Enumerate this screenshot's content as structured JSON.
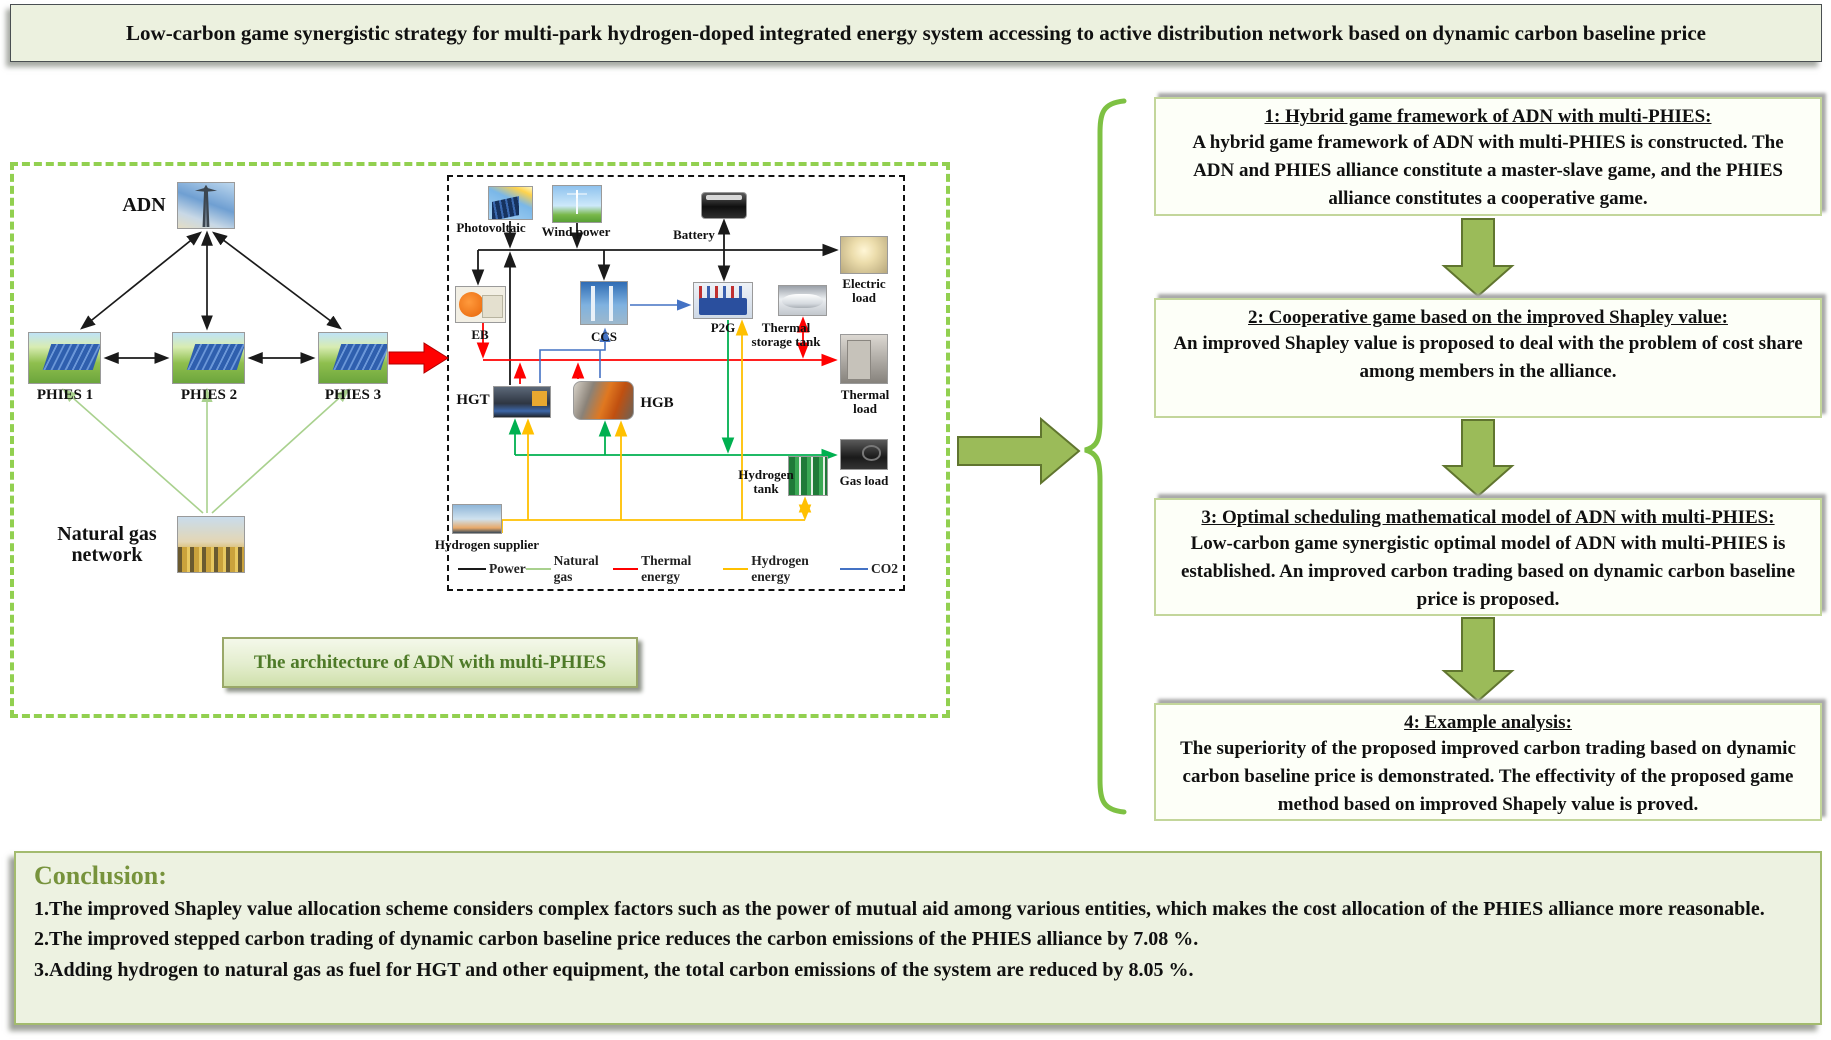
{
  "title": "Low-carbon game synergistic strategy for multi-park hydrogen-doped integrated energy system accessing to active distribution network based on dynamic carbon baseline price",
  "architecture": {
    "adn_label": "ADN",
    "phies_labels": [
      "PHIES 1",
      "PHIES 2",
      "PHIES 3"
    ],
    "gas_network_label": "Natural gas network",
    "caption": "The architecture of ADN with multi-PHIES"
  },
  "system": {
    "photovoltaic": "Photovoltaic",
    "wind": "Wind power",
    "battery": "Battery",
    "electric_load": "Electric load",
    "eb": "EB",
    "ccs": "CCS",
    "p2g": "P2G",
    "thermal_storage": "Thermal storage tank",
    "thermal_load": "Thermal load",
    "hgt": "HGT",
    "hgb": "HGB",
    "gas_load": "Gas load",
    "hydrogen_tank": "Hydrogen tank",
    "hydrogen_supplier": "Hydrogen supplier",
    "legend": [
      {
        "label": "Power",
        "color": "#1a1a1a"
      },
      {
        "label": "Natural gas",
        "color": "#a9d18e"
      },
      {
        "label": "Thermal energy",
        "color": "#ff0000"
      },
      {
        "label": "Hydrogen energy",
        "color": "#ffc000"
      },
      {
        "label": "CO2",
        "color": "#4472c4"
      }
    ]
  },
  "steps": [
    {
      "title": "1: Hybrid game framework of ADN with multi-PHIES:",
      "body": "A hybrid game framework of ADN with multi-PHIES is constructed. The ADN and PHIES alliance constitute a master-slave game, and the PHIES alliance constitutes a cooperative game."
    },
    {
      "title": "2: Cooperative game based on the improved Shapley value:",
      "body": "An improved Shapley value is proposed to deal with the problem of cost share among members in the alliance."
    },
    {
      "title": "3: Optimal scheduling mathematical model of ADN with multi-PHIES:",
      "body": "Low-carbon game synergistic optimal model of ADN with multi-PHIES is established. An improved carbon trading based on dynamic carbon baseline price is proposed."
    },
    {
      "title": "4: Example analysis:",
      "body": "The superiority of the proposed improved carbon trading based on dynamic carbon baseline price is demonstrated. The effectivity of the proposed game method based on improved Shapely value is proved."
    }
  ],
  "conclusion": {
    "heading": "Conclusion:",
    "items": [
      "1.The improved Shapley value allocation scheme considers complex factors such as the power of mutual aid among various entities, which makes the cost allocation of the PHIES alliance more reasonable.",
      "2.The improved stepped carbon trading of dynamic carbon baseline price reduces the carbon emissions of the PHIES alliance by 7.08 %.",
      "3.Adding hydrogen to natural gas as fuel for HGT and other equipment, the total carbon emissions of the system are reduced by 8.05 %."
    ]
  },
  "colors": {
    "frame_green_dashed": "#92d050",
    "block_arrow_fill": "#9bbb59",
    "block_arrow_border": "#60752f",
    "brace_green": "#7ec143",
    "step_box_border": "#c3d69b",
    "panel_background": "#ecf1df",
    "power_line": "#1a1a1a",
    "gas_line": "#00b050",
    "thermal_line": "#ff0000",
    "hydrogen_line": "#ffc000",
    "co2_line": "#4472c4",
    "red_arrow": "#ff0000"
  }
}
